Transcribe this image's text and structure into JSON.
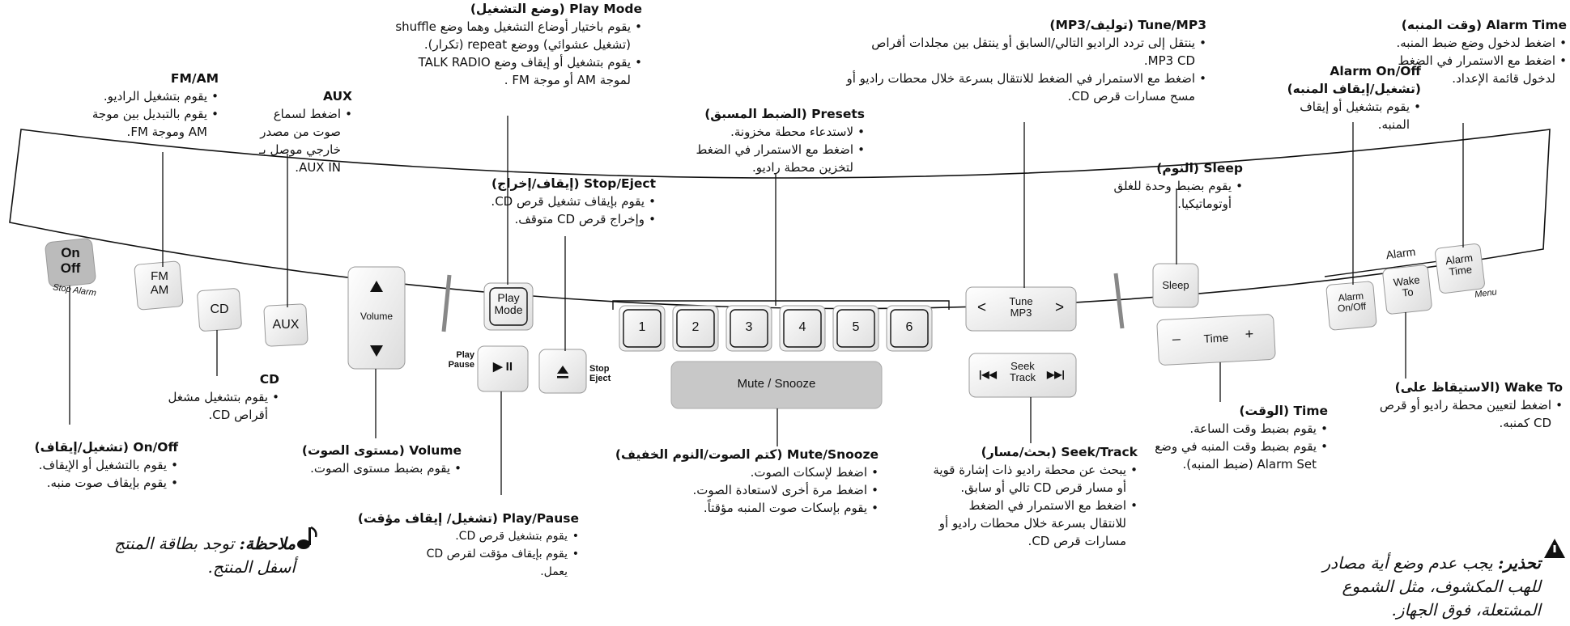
{
  "panel": {
    "buttons": {
      "on_off": [
        "On",
        "Off"
      ],
      "stop_alarm": "Stop Alarm",
      "fm_am": [
        "FM",
        "AM"
      ],
      "cd": "CD",
      "aux": "AUX",
      "volume": "Volume",
      "play_mode": [
        "Play",
        "Mode"
      ],
      "play_pause_side": [
        "Play",
        "Pause"
      ],
      "play_pause_symbol": "▶ II",
      "stop_eject_side": [
        "Stop",
        "Eject"
      ],
      "presets": [
        "1",
        "2",
        "3",
        "4",
        "5",
        "6"
      ],
      "mute_snooze": "Mute / Snooze",
      "tune": [
        "Tune",
        "MP3"
      ],
      "seek": [
        "Seek",
        "Track"
      ],
      "sleep": "Sleep",
      "time": "Time",
      "alarm_group": "Alarm",
      "alarm_onoff": [
        "Alarm",
        "On/Off"
      ],
      "wake_to": [
        "Wake",
        "To"
      ],
      "alarm_time": [
        "Alarm",
        "Time"
      ],
      "menu": "Menu"
    }
  },
  "callouts": {
    "play_mode": {
      "en": "Play Mode",
      "ar": "(وضع التشغيل)",
      "items": [
        "يقوم باختيار أوضاع التشغيل وهما وضع shuffle (تشغيل عشوائي) ووضع repeat (تكرار).",
        "يقوم بتشغيل أو إيقاف وضع TALK RADIO لموجة AM أو موجة FM ."
      ]
    },
    "fm_am": {
      "en": "FM/AM",
      "items": [
        "يقوم بتشغيل الراديو.",
        "يقوم بالتبديل بين موجة AM وموجة FM."
      ]
    },
    "aux": {
      "en": "AUX",
      "items": [
        "اضغط لسماع صوت من مصدر خارجي موصل بـ AUX IN."
      ]
    },
    "stop_eject": {
      "en": "Stop/Eject",
      "ar": "(إيقاف/إخراج)",
      "items": [
        "يقوم بإيقاف تشغيل قرص CD.",
        "وإخراج قرص CD متوقف."
      ]
    },
    "presets": {
      "en": "Presets",
      "ar": "(الضبط المسبق)",
      "items": [
        "لاستدعاء محطة مخزونة.",
        "اضغط مع الاستمرار في الضغط لتخزين محطة راديو."
      ]
    },
    "tune": {
      "en": "Tune/MP3",
      "ar": "(توليف/MP3)",
      "items": [
        "ينتقل إلى تردد الراديو التالي/السابق أو ينتقل بين مجلدات أقراص MP3 CD.",
        "اضغط مع الاستمرار في الضغط للانتقال بسرعة خلال محطات راديو أو مسح مسارات قرص CD."
      ]
    },
    "alarm_onoff": {
      "en": "Alarm On/Off",
      "ar": "(تشغيل/إيقاف المنبه)",
      "items": [
        "يقوم بتشغيل أو إيقاف المنبه."
      ]
    },
    "alarm_time": {
      "en": "Alarm Time",
      "ar": "(وقت المنبه)",
      "items": [
        "اضغط لدخول وضع ضبط المنبه.",
        "اضغط مع الاستمرار في الضغط لدخول قائمة الإعداد."
      ]
    },
    "sleep": {
      "en": "Sleep",
      "ar": "(النوم)",
      "items": [
        "يقوم بضبط وحدة للغلق أوتوماتيكيا."
      ]
    },
    "cd": {
      "en": "CD",
      "items": [
        "يقوم بتشغيل مشغل أقراص CD."
      ]
    },
    "on_off": {
      "en": "On/Off",
      "ar": "(تشغيل/إيقاف)",
      "items": [
        "يقوم بالتشغيل أو الإيقاف.",
        "يقوم بإيقاف صوت منبه."
      ]
    },
    "volume": {
      "en": "Volume",
      "ar": "(مستوى الصوت)",
      "items": [
        "يقوم بضبط مستوى الصوت."
      ]
    },
    "mute": {
      "en": "Mute/Snooze",
      "ar": "(كتم الصوت/النوم الخفيف)",
      "items": [
        "اضغط لإسكات الصوت.",
        "اضغط مرة أخرى لاستعادة الصوت.",
        "يقوم بإسكات صوت المنبه مؤقتاً."
      ]
    },
    "play_pause": {
      "en": "Play/Pause",
      "ar": "(تشغيل/ إيقاف مؤقت)",
      "items": [
        "يقوم بتشغيل قرص CD.",
        "يقوم بإيقاف مؤقت لقرص CD يعمل."
      ]
    },
    "seek": {
      "en": "Seek/Track",
      "ar": "(بحث/مسار)",
      "items": [
        "يبحث عن محطة راديو ذات إشارة قوية أو مسار قرص CD تالي أو سابق.",
        "اضغط مع الاستمرار في الضغط للانتقال بسرعة خلال محطات راديو أو مسارات قرص CD."
      ]
    },
    "time": {
      "en": "Time",
      "ar": "(الوقت)",
      "items": [
        "يقوم بضبط وقت الساعة.",
        "يقوم بضبط وقت المنبه في وضع Alarm Set (ضبط المنبه)."
      ]
    },
    "wake_to": {
      "en": "Wake To",
      "ar": "(الاستيقاظ على)",
      "items": [
        "اضغط لتعيين محطة راديو أو قرص CD كمنبه."
      ]
    }
  },
  "notes": {
    "note_title": "ملاحظة:",
    "note_body": "توجد بطاقة المنتج أسفل المنتج.",
    "warning_title": "تحذير:",
    "warning_body": "يجب عدم وضع أية مصادر للهب المكشوف، مثل الشموع المشتعلة، فوق الجهاز."
  }
}
